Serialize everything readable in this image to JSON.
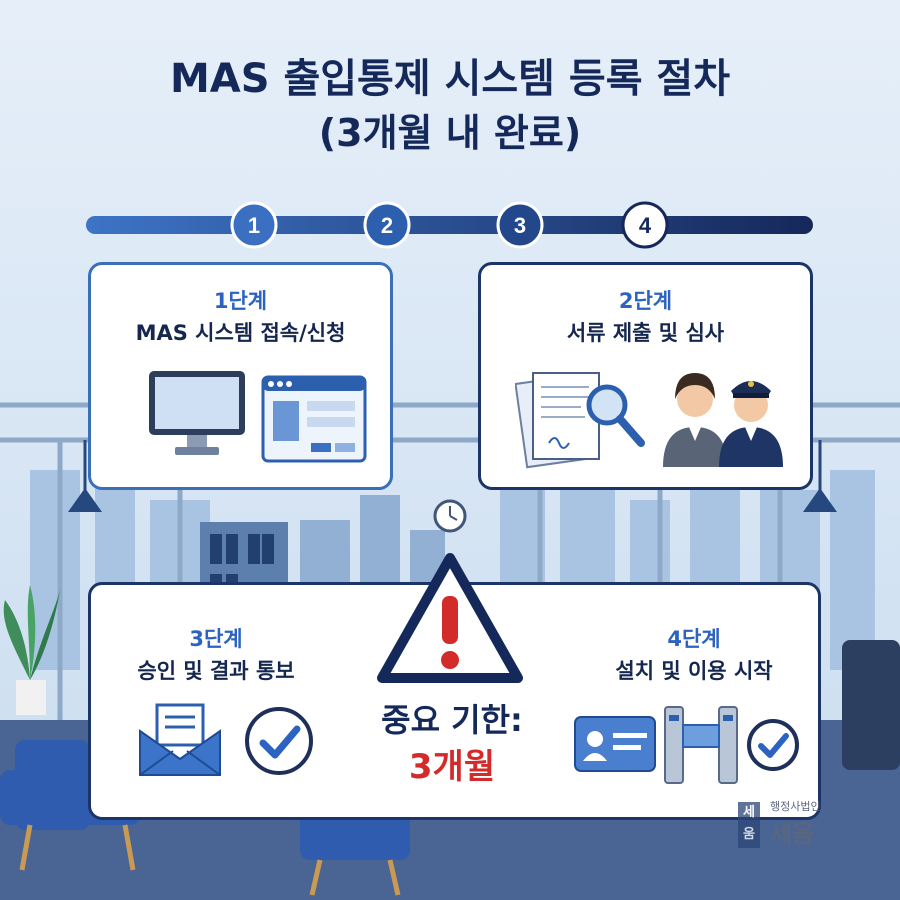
{
  "title": {
    "line1": "MAS 출입통제 시스템 등록 절차",
    "line2": "(3개월 내 완료)"
  },
  "progress": {
    "steps": [
      "1",
      "2",
      "3",
      "4"
    ],
    "current_step": 4
  },
  "cards": {
    "step1": {
      "stage": "1단계",
      "desc": "MAS 시스템 접속/신청"
    },
    "step2": {
      "stage": "2단계",
      "desc": "서류 제출 및 심사"
    },
    "step3": {
      "stage": "3단계",
      "desc": "승인 및 결과 통보"
    },
    "step4": {
      "stage": "4단계",
      "desc": "설치 및 이용 시작"
    }
  },
  "deadline": {
    "label": "중요 기한:",
    "value": "3개월"
  },
  "watermark": {
    "small": "행정사법인",
    "big": "세움",
    "glyph": "세움"
  },
  "colors": {
    "navy": "#14285a",
    "blue": "#2c63c0",
    "red": "#d32a2a",
    "sky": "#dbe8f5"
  }
}
